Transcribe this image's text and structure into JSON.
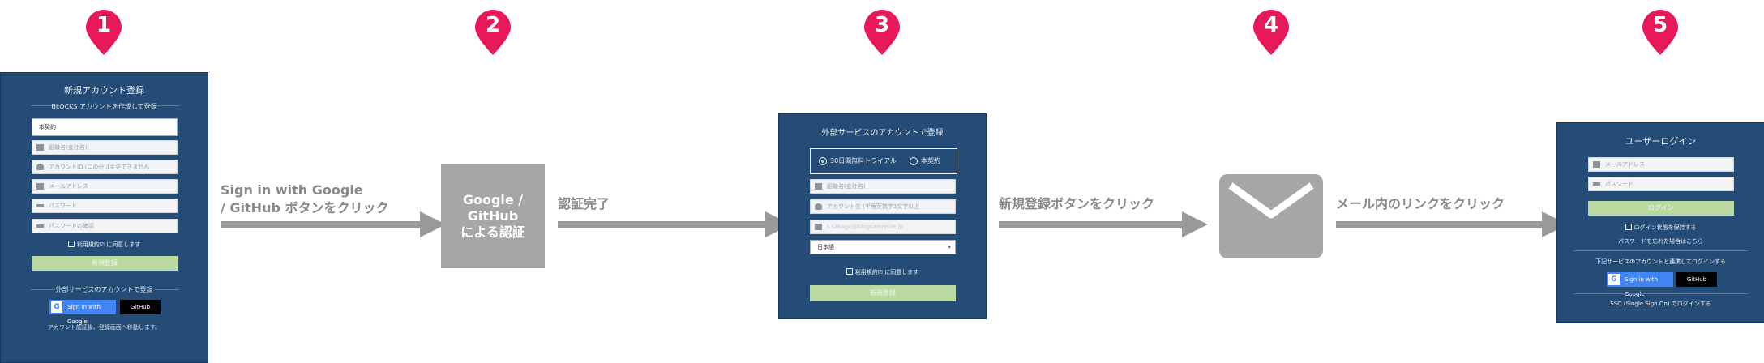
{
  "pins": [
    "1",
    "2",
    "3",
    "4",
    "5"
  ],
  "colors": {
    "pin": "#e8195a",
    "panel": "#244c76",
    "arrow": "#999999",
    "green_button": "#b9d9a1",
    "google": "#4285f4"
  },
  "panel1": {
    "title": "新規アカウント登録",
    "subtitle": "BLOCKS アカウントを作成して登録",
    "plan_value": "本契約",
    "company_placeholder": "組織名(会社名)",
    "account_placeholder": "アカウントID (ニの日は変更できません",
    "email_placeholder": "メールアドレス",
    "password_placeholder": "パスワード",
    "password_confirm_placeholder": "パスワードの確認",
    "terms": "利用規約☑ に同意します",
    "register_button": "新規登録",
    "external_heading": "外部サービスのアカウントで登録",
    "google_button": "Sign in with Google",
    "github_button": "GitHub",
    "note": "アカウント認証後、登録画面へ移動します。"
  },
  "step1_label": [
    "Sign in with Google",
    "/ GitHub ボタンをクリック"
  ],
  "google_auth_box": [
    "Google /",
    "GitHub",
    "による認証"
  ],
  "step2_label": "認証完了",
  "panel3": {
    "title": "外部サービスのアカウントで登録",
    "trial_option": "30日間無料トライアル",
    "contract_option": "本契約",
    "company_placeholder": "組織名(会社名)",
    "account_placeholder": "アカウント名 (半角英数字3文字以上",
    "email_placeholder": "s.sakagu@blogsammple.jp",
    "language_value": "日本語",
    "terms": "利用規約☑ に同意します",
    "register_button": "新規登録"
  },
  "step3_label": "新規登録ボタンをクリック",
  "step4_label": "メール内のリンクをクリック",
  "panel5": {
    "title": "ユーザーログイン",
    "email_placeholder": "メールアドレス",
    "password_placeholder": "パスワード",
    "login_button": "ログイン",
    "remember": "ログイン状態を保持する",
    "forgot": "パスワードを忘れた場合はこちら",
    "external_heading": "下記サービスのアカウントと連携してログインする",
    "google_button": "Sign in with Google",
    "github_button": "GitHub",
    "sso": "SSO (Single Sign On) でログインする"
  }
}
